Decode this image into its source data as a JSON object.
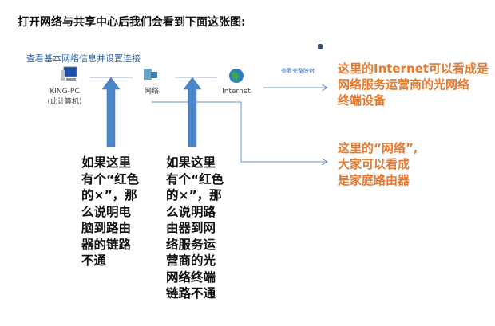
{
  "title": "打开网络与共享中心后我们会看到下面这张图:",
  "network_panel": {
    "header_link": "查看基本网络信息并设置连接",
    "nodes": [
      {
        "label": "KING-PC",
        "sub": "(此计算机)"
      },
      {
        "label": "网络"
      },
      {
        "label": "Internet"
      }
    ],
    "map_link": "查看完整映射"
  },
  "annotations": {
    "internet_note": [
      "这里的Internet可以看成是",
      "网络服务运营商的光网络",
      "终端设备"
    ],
    "network_note": [
      "这里的“网络”,",
      "大家可以看成",
      "是家庭路由器"
    ],
    "left_note": [
      "如果这里",
      "有个“红色",
      "的×”，那",
      "么说明电",
      "脑到路由",
      "器的链路",
      "不通"
    ],
    "right_note": [
      "如果这里",
      "有个“红色",
      "的×”，那",
      "么说明路",
      "由器到网",
      "络服务运",
      "营商的光",
      "网络终端",
      "链路不通"
    ]
  },
  "colors": {
    "accent_orange": "#e8782a",
    "arrow_blue": "#4a86c8",
    "link_blue": "#2a5fa8"
  }
}
